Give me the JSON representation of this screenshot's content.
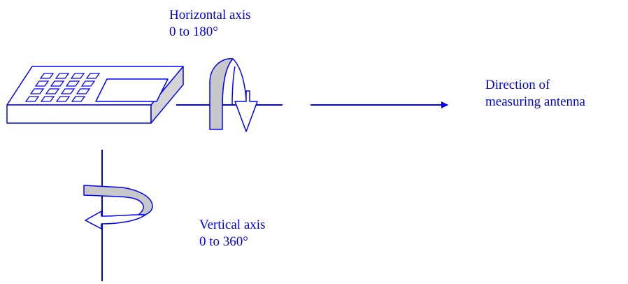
{
  "labels": {
    "horizontal_axis": {
      "title": "Horizontal axis",
      "range": "0 to 180°"
    },
    "direction": {
      "line1": "Direction of",
      "line2": "measuring antenna"
    },
    "vertical_axis": {
      "title": "Vertical axis",
      "range": "0 to 360°"
    }
  },
  "colors": {
    "line": "#0000ff",
    "text": "#0000e0",
    "band_fill": "#c8c8c8",
    "device_fill": "#ffffff",
    "device_side": "#d4d4d4"
  }
}
